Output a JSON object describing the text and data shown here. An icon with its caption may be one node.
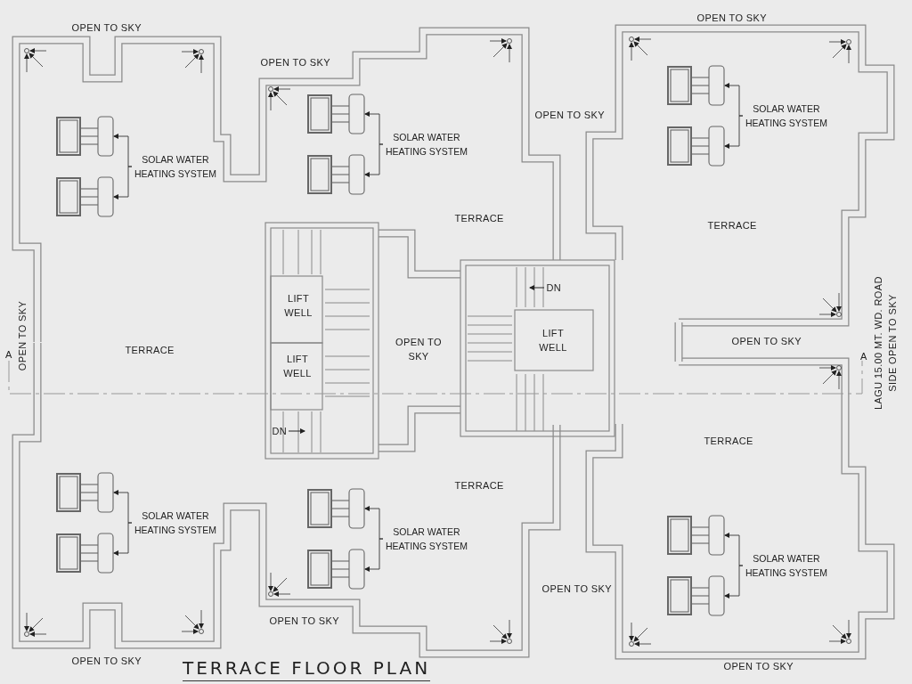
{
  "diagram": {
    "title": "TERRACE FLOOR PLAN",
    "nodes": [
      {
        "text": [
          "SOLAR WATER HEATING SYSTEM"
        ]
      },
      {
        "text": [],
        "shape": "picture"
      },
      {
        "text": [],
        "shape": "picture"
      },
      {
        "text": [
          "SOLAR WATER HEATING SYSTEM"
        ]
      },
      {
        "text": [],
        "shape": "picture"
      },
      {
        "text": [],
        "shape": "picture"
      },
      {
        "text": [
          "SOLAR WATER HEATING SYSTEM"
        ]
      },
      {
        "text": [],
        "shape": "picture"
      },
      {
        "text": [],
        "shape": "picture"
      },
      {
        "text": [
          "SOLAR WATER HEATING SYSTEM"
        ]
      },
      {
        "text": [],
        "shape": "picture"
      },
      {
        "text": [],
        "shape": "picture"
      },
      {
        "text": [
          "SOLAR WATER HEATING SYSTEM"
        ]
      },
      {
        "text": [],
        "shape": "picture"
      },
      {
        "text": [],
        "shape": "picture"
      },
      {
        "text": [
          "SOLAR WATER HEATING SYSTEM"
        ]
      },
      {
        "text": [],
        "shape": "picture"
      },
      {
        "text": [],
        "shape": "picture"
      }
    ],
    "edges": [
      {
        "from": 0,
        "to": 1,
        "arrow": "to"
      },
      {
        "from": 0,
        "to": 2,
        "arrow": "to"
      },
      {
        "from": 3,
        "to": 4,
        "arrow": "to"
      },
      {
        "from": 3,
        "to": 5,
        "arrow": "to"
      },
      {
        "from": 6,
        "to": 7,
        "arrow": "to"
      },
      {
        "from": 6,
        "to": 8,
        "arrow": "to"
      },
      {
        "from": 9,
        "to": 10,
        "arrow": "to"
      },
      {
        "from": 9,
        "to": 11,
        "arrow": "to"
      },
      {
        "from": 12,
        "to": 13,
        "arrow": "to"
      },
      {
        "from": 12,
        "to": 14,
        "arrow": "to"
      },
      {
        "from": 15,
        "to": 16,
        "arrow": "to"
      },
      {
        "from": 15,
        "to": 17,
        "arrow": "to"
      }
    ],
    "labels": [
      "OPEN TO SKY",
      "OPEN TO SKY",
      "OPEN TO SKY",
      "OPEN TO SKY",
      "TERRACE",
      "TERRACE",
      "DN",
      "LIFT WELL",
      "OPEN TO SKY",
      "LIFT WELL",
      "OPEN TO SKY",
      "TERRACE",
      "OPEN TO SKY",
      "A",
      "A",
      "LAGU 15.00 MT. WD. ROAD SIDE OPEN TO SKY",
      "LIFT WELL",
      "DN",
      "TERRACE",
      "TERRACE",
      "OPEN TO SKY",
      "OPEN TO SKY",
      "OPEN TO SKY",
      "OPEN TO SKY"
    ]
  }
}
